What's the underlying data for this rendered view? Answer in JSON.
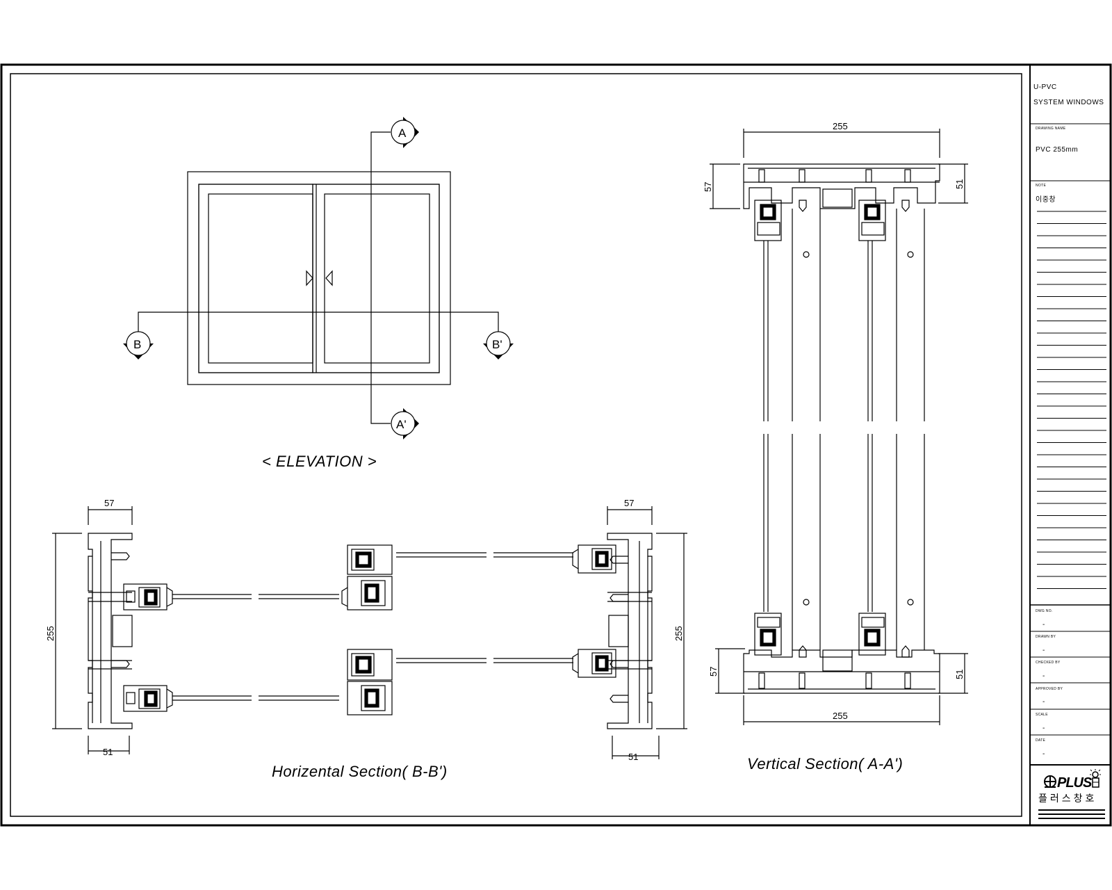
{
  "title_block": {
    "project_line1": "U-PVC",
    "project_line2": "SYSTEM WINDOWS",
    "drawing_name_label": "DRAWING NAME",
    "drawing_name": "PVC 255mm",
    "note_label": "NOTE",
    "note": "이중창",
    "fields": [
      {
        "label": "DWG NO.",
        "value": "-"
      },
      {
        "label": "DRAWN BY",
        "value": "-"
      },
      {
        "label": "CHECKED BY",
        "value": "-"
      },
      {
        "label": "APPROVED BY",
        "value": "-"
      },
      {
        "label": "SCALE",
        "value": "-"
      },
      {
        "label": "DATE",
        "value": "-"
      }
    ],
    "logo_en": "PLUS",
    "logo_kr": "플러스창호"
  },
  "views": {
    "elevation_title": "< ELEVATION >",
    "horizontal_title": "Horizental Section( B-B')",
    "vertical_title": "Vertical Section( A-A')"
  },
  "section_markers": {
    "a_top": "A",
    "a_bottom": "A'",
    "b_left": "B",
    "b_right": "B'"
  },
  "dimensions": {
    "h_top_left_57": "57",
    "h_top_right_57": "57",
    "h_left_255": "255",
    "h_right_255": "255",
    "h_bottom_left_51": "51",
    "h_bottom_right_51": "51",
    "v_top_255": "255",
    "v_bottom_255": "255",
    "v_top_57": "57",
    "v_top_51": "51",
    "v_bottom_57": "57",
    "v_bottom_51": "51"
  }
}
